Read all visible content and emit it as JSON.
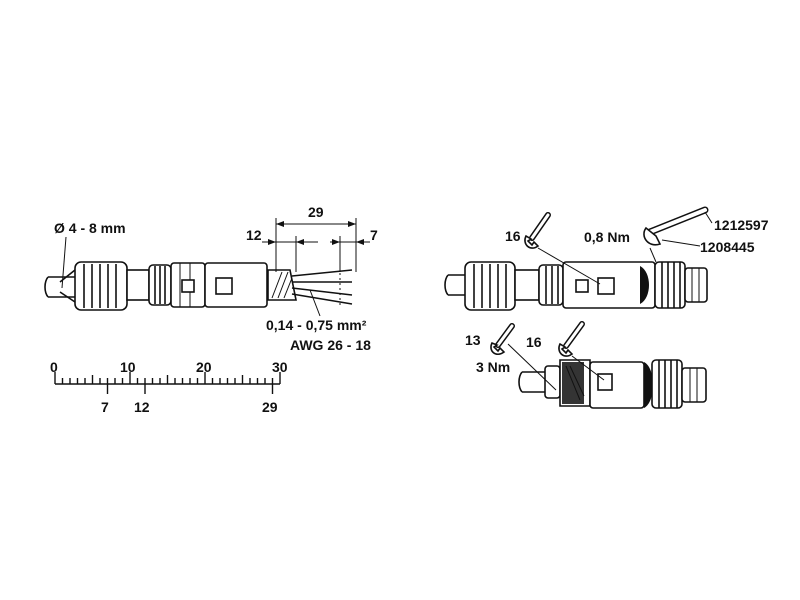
{
  "assembly": {
    "cable_diameter": "Ø 4 - 8 mm",
    "dim_strip_total": "29",
    "dim_jacket": "12",
    "dim_conductor": "7",
    "wire_cross_section": "0,14 - 0,75 mm²",
    "wire_awg": "AWG 26 - 18"
  },
  "ruler": {
    "top_labels": [
      "0",
      "10",
      "20",
      "30"
    ],
    "bottom_labels": [
      "7",
      "12",
      "29"
    ]
  },
  "tightening": {
    "wrench_size_a": "16",
    "torque_small": "0,8 Nm",
    "tool_1": "1212597",
    "tool_2": "1208445",
    "wrench_size_b": "13",
    "wrench_size_c": "16",
    "torque_large": "3 Nm"
  }
}
